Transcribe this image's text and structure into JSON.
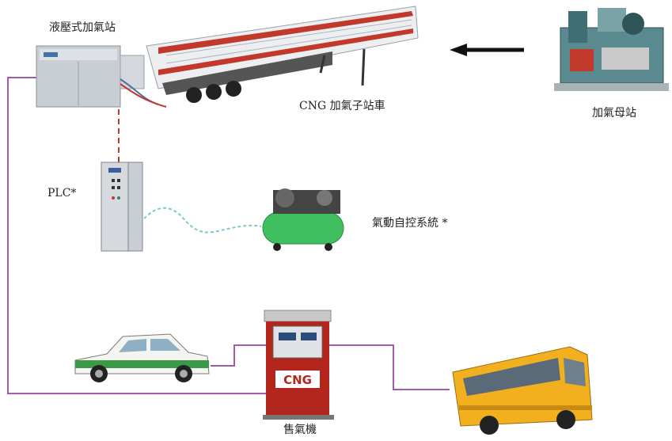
{
  "labels": {
    "hydraulic_station": "液壓式加氣站",
    "trailer": "CNG 加氣子站車",
    "mother_station": "加氣母站",
    "plc": "PLC*",
    "pneumatic": "氣動自控系統 *",
    "dispenser": "售氣機"
  },
  "dispenser_sign": "CNG",
  "colors": {
    "pipe": "#a35aa8",
    "cable": "#7ec8c8",
    "hose": "#c0392b",
    "arrow": "#111111",
    "cabinet": "#c9ced4",
    "trailer_red": "#c0392b",
    "compressor_green": "#3fbf5f",
    "bus_yellow": "#f2b01e",
    "taxi_green": "#3a9a48",
    "dispenser_red": "#b3261e"
  },
  "icons": {
    "hydraulic_station": "cabinet-icon",
    "trailer": "tube-trailer-icon",
    "mother_station": "compressor-plant-icon",
    "plc": "control-cabinet-icon",
    "pneumatic": "air-compressor-icon",
    "dispenser": "fuel-dispenser-icon",
    "taxi": "taxi-icon",
    "bus": "bus-icon"
  }
}
